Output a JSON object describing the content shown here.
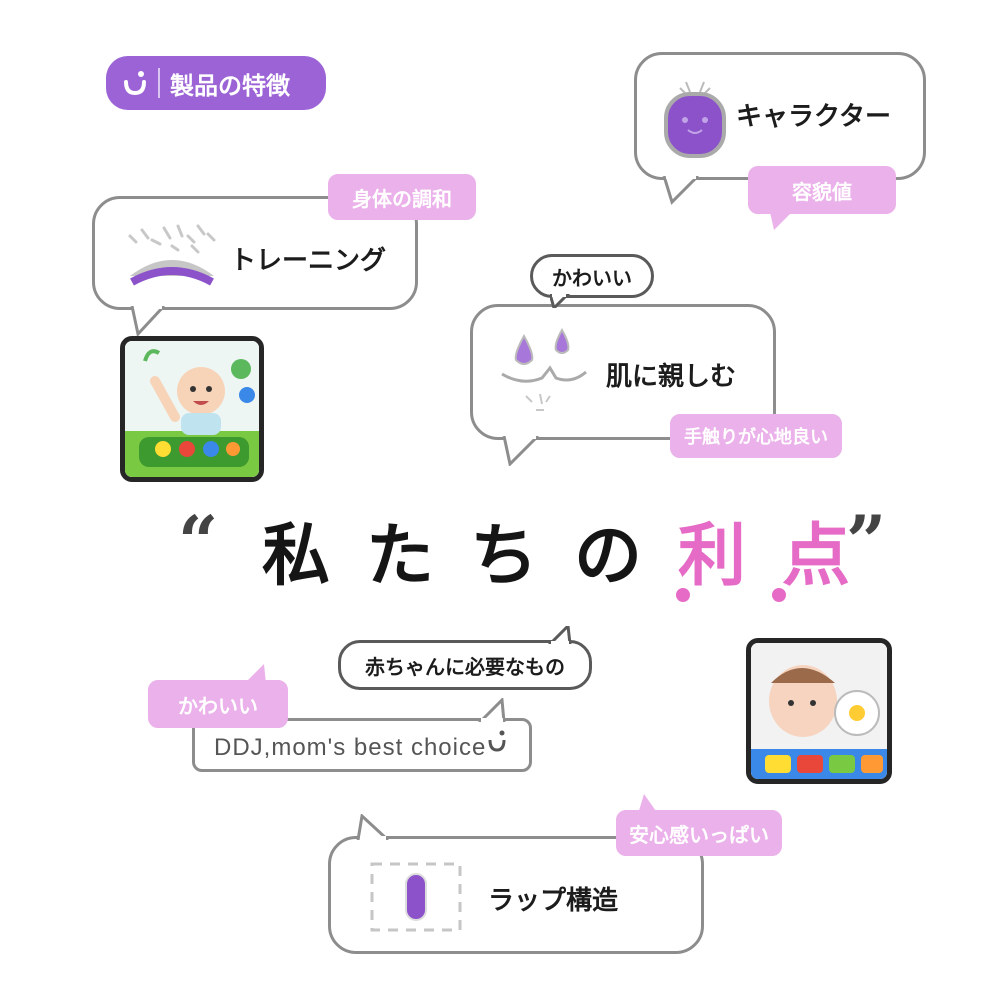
{
  "header": {
    "title": "製品の特徴"
  },
  "cards": {
    "character": {
      "label": "キャラクター",
      "tag": "容貌値"
    },
    "training": {
      "label": "トレーニング",
      "tag": "身体の調和"
    },
    "skin": {
      "label": "肌に親しむ",
      "tag_top": "かわいい",
      "tag_bottom": "手触りが心地良い"
    },
    "wrap": {
      "label": "ラップ構造",
      "tag": "安心感いっぱい"
    }
  },
  "headline": {
    "open_quote": "“",
    "text_main": "私たちの",
    "text_accent": "利点",
    "close_quote": "”"
  },
  "slogan": {
    "needs": "赤ちゃんに必要なもの",
    "cute": "かわいい",
    "english": "DDJ,mom's best choice"
  },
  "colors": {
    "purple": "#9b63d6",
    "pink": "#ebb1ea",
    "accent": "#e56bc6",
    "outline": "#8d8d8d"
  }
}
